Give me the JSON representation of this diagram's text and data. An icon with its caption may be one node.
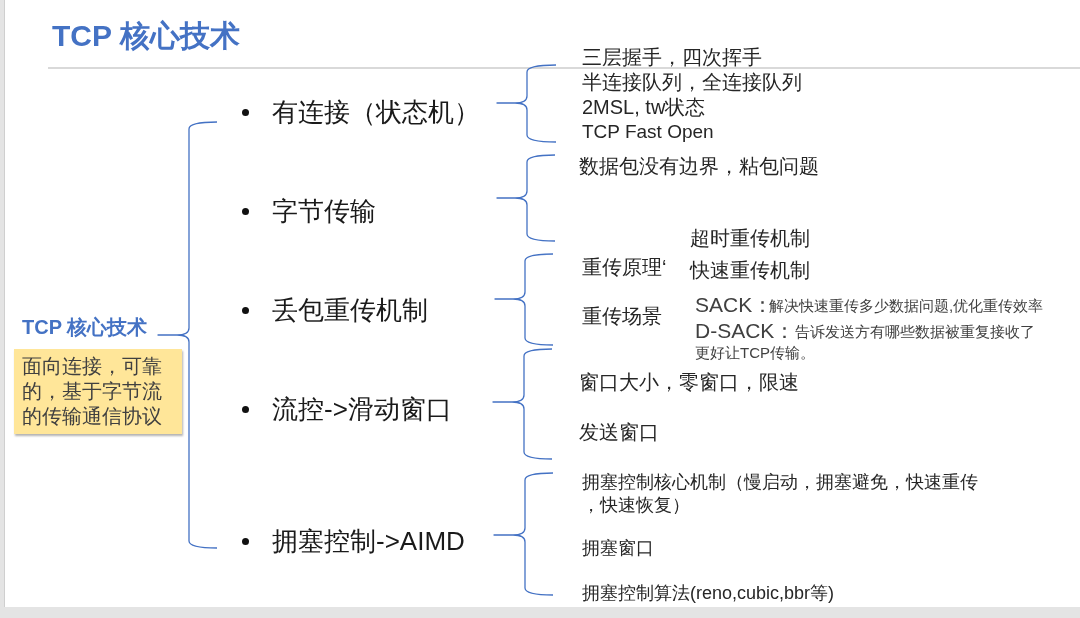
{
  "diagram": {
    "title": "TCP 核心技术",
    "nodes": [
      {
        "text": [
          "TCP 核心技术"
        ]
      },
      {
        "text": [
          "面向连接，可靠的，基于字节流的传输通信协议"
        ]
      },
      {
        "text": [
          "有连接（状态机）"
        ]
      },
      {
        "text": [
          "字节传输"
        ]
      },
      {
        "text": [
          "丢包重传机制"
        ]
      },
      {
        "text": [
          "流控->滑动窗口"
        ]
      },
      {
        "text": [
          "拥塞控制->AIMD"
        ]
      },
      {
        "text": [
          "三层握手，四次挥手"
        ]
      },
      {
        "text": [
          "半连接队列，全连接队列"
        ]
      },
      {
        "text": [
          "2MSL, tw状态"
        ]
      },
      {
        "text": [
          "TCP Fast Open"
        ]
      },
      {
        "text": [
          "数据包没有边界，粘包问题"
        ]
      },
      {
        "text": [
          "重传原理‘"
        ]
      },
      {
        "text": [
          "重传场景"
        ]
      },
      {
        "text": [
          "窗口大小，零窗口，限速"
        ]
      },
      {
        "text": [
          "发送窗口"
        ]
      },
      {
        "text": [
          "拥塞控制核心机制（慢启动，拥塞避免，快速重传，快速恢复）"
        ]
      },
      {
        "text": [
          "拥塞窗口"
        ]
      },
      {
        "text": [
          "拥塞控制算法(reno,cubic,bbr等)"
        ]
      }
    ],
    "labels": [
      "超时重传机制",
      "快速重传机制",
      "SACK：",
      "解决快速重传多少数据问题,优化重传效率",
      "D-SACK：",
      "告诉发送方有哪些数据被重复接收了",
      "更好让TCP传输。"
    ]
  }
}
